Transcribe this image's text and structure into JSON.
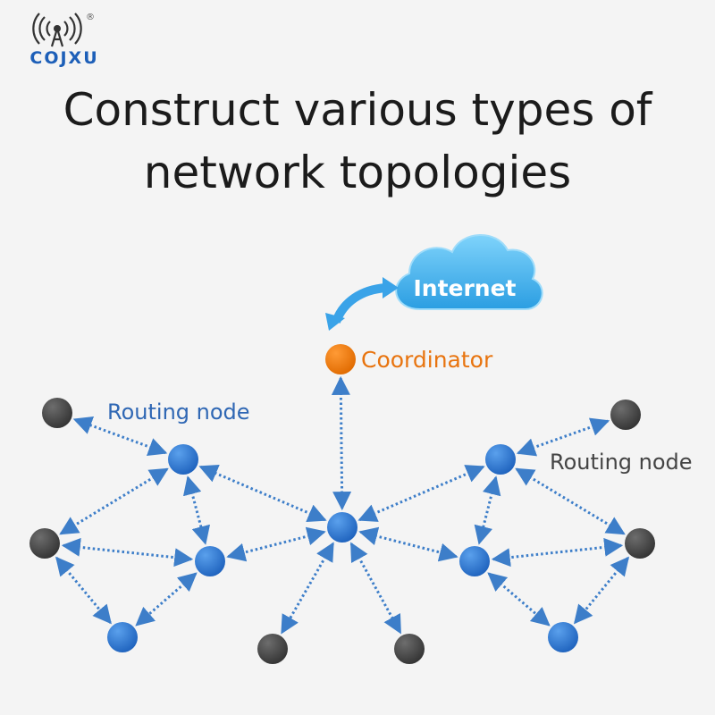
{
  "brand": {
    "name": "COJXU",
    "registered_mark": "®"
  },
  "title": {
    "line1": "Construct various types of",
    "line2": "network topologies"
  },
  "diagram": {
    "cloud_label": "Internet",
    "coordinator_label": "Coordinator",
    "routing_label_left": "Routing node",
    "routing_label_right": "Routing node",
    "colors": {
      "router": "#2f7bd6",
      "end_device": "#4a4a4a",
      "coordinator": "#f07c0c",
      "link": "#3d7ec9",
      "cloud": "#4db6ef",
      "router_text": "#2f67b4",
      "coordinator_text": "#e8740f",
      "end_text": "#444444"
    },
    "nodes": [
      {
        "id": "coordinator",
        "kind": "coordinator"
      },
      {
        "id": "center",
        "kind": "router"
      },
      {
        "id": "L-top",
        "kind": "router"
      },
      {
        "id": "L-mid",
        "kind": "router"
      },
      {
        "id": "L-bot",
        "kind": "router"
      },
      {
        "id": "R-top",
        "kind": "router"
      },
      {
        "id": "R-mid",
        "kind": "router"
      },
      {
        "id": "R-bot",
        "kind": "router"
      },
      {
        "id": "L-end-top",
        "kind": "end"
      },
      {
        "id": "L-end-side",
        "kind": "end"
      },
      {
        "id": "R-end-top",
        "kind": "end"
      },
      {
        "id": "R-end-side",
        "kind": "end"
      },
      {
        "id": "B-end-left",
        "kind": "end"
      },
      {
        "id": "B-end-right",
        "kind": "end"
      }
    ],
    "links": [
      [
        "coordinator",
        "center"
      ],
      [
        "center",
        "L-top"
      ],
      [
        "center",
        "L-mid"
      ],
      [
        "center",
        "R-top"
      ],
      [
        "center",
        "R-mid"
      ],
      [
        "center",
        "B-end-left"
      ],
      [
        "center",
        "B-end-right"
      ],
      [
        "L-top",
        "L-end-top"
      ],
      [
        "L-top",
        "L-end-side"
      ],
      [
        "L-top",
        "L-mid"
      ],
      [
        "L-end-side",
        "L-mid"
      ],
      [
        "L-end-side",
        "L-bot"
      ],
      [
        "L-mid",
        "L-bot"
      ],
      [
        "R-top",
        "R-end-top"
      ],
      [
        "R-top",
        "R-end-side"
      ],
      [
        "R-top",
        "R-mid"
      ],
      [
        "R-end-side",
        "R-mid"
      ],
      [
        "R-end-side",
        "R-bot"
      ],
      [
        "R-mid",
        "R-bot"
      ]
    ]
  }
}
